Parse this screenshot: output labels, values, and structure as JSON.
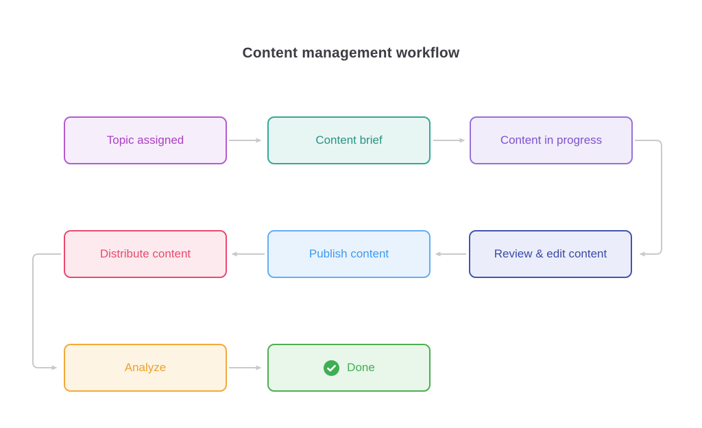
{
  "title": "Content management workflow",
  "colors": {
    "connector": "#c9c9ce",
    "title_text": "#3c3c43",
    "check_icon_fill": "#3fae53",
    "check_icon_mark": "#ffffff"
  },
  "nodes": [
    {
      "label": "Topic assigned",
      "border": "#b45bcf",
      "background": "#f7eefb",
      "text": "#a93fc2"
    },
    {
      "label": "Content brief",
      "border": "#34a894",
      "background": "#e8f6f3",
      "text": "#279386"
    },
    {
      "label": "Content in progress",
      "border": "#9770d8",
      "background": "#f2edfb",
      "text": "#7d52cc"
    },
    {
      "label": "Review & edit content",
      "border": "#4353af",
      "background": "#ebeefa",
      "text": "#3a49a8"
    },
    {
      "label": "Publish content",
      "border": "#63adf2",
      "background": "#e8f3fd",
      "text": "#3d9af0"
    },
    {
      "label": "Distribute content",
      "border": "#e84a6f",
      "background": "#fdeaee",
      "text": "#e84a6f"
    },
    {
      "label": "Analyze",
      "border": "#f2a93b",
      "background": "#fdf4e3",
      "text": "#eea02e"
    },
    {
      "label": "Done",
      "border": "#4caf50",
      "background": "#e9f6ea",
      "text": "#3fae53",
      "icon": "check-circle-icon"
    }
  ],
  "edges": [
    {
      "from": "Topic assigned",
      "to": "Content brief"
    },
    {
      "from": "Content brief",
      "to": "Content in progress"
    },
    {
      "from": "Content in progress",
      "to": "Review & edit content"
    },
    {
      "from": "Review & edit content",
      "to": "Publish content"
    },
    {
      "from": "Publish content",
      "to": "Distribute content"
    },
    {
      "from": "Distribute content",
      "to": "Analyze"
    },
    {
      "from": "Analyze",
      "to": "Done"
    }
  ]
}
